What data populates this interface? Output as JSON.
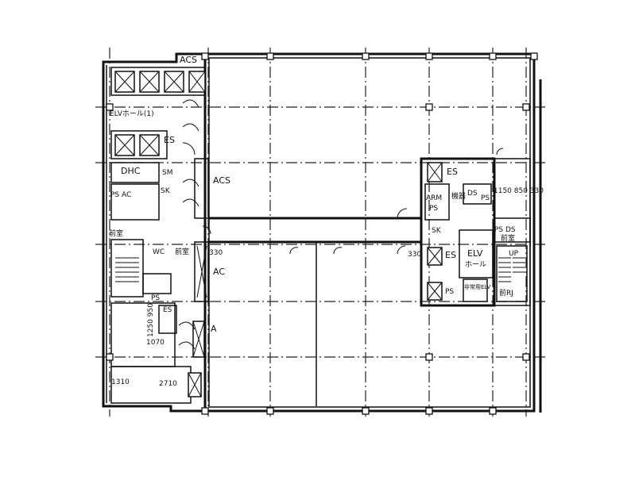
{
  "labels": {
    "acs_top": "ACS",
    "elv_hall_1": "ELVホール(1)",
    "es_left_top": "ES",
    "dhc": "DHC",
    "sm": "SM",
    "acs_left": "ACS",
    "ps_ac": "PS AC",
    "sk_left": "SK",
    "anteroom_left_1": "前室",
    "wc": "WC",
    "anteroom_left_2": "前室",
    "dim_330_left": "330",
    "ac_left": "AC",
    "ps_left": "PS",
    "es_left_bottom": "ES",
    "dim_1250_950": "1250 950",
    "dim_1070": "1070",
    "dim_1310": "1310",
    "dim_2710": "2710",
    "a_left": "A",
    "es_right_top": "ES",
    "arm": "ARM",
    "ps_right_1": "PS",
    "machine": "機器",
    "ds_right": "DS",
    "ps_right_2": "PS",
    "dims_right": "1150 850 330",
    "sk_right": "SK",
    "ps_ds_right": "PS DS",
    "anteroom_right": "前室",
    "dim_330_right": "330",
    "es_right_mid": "ES",
    "elv_right": "ELV",
    "elv_hall_right": "ホール",
    "up": "UP",
    "ps_right_bottom": "PS",
    "emergency_elv": "非常用ELV",
    "anteroom_right_2": "前RJ"
  }
}
